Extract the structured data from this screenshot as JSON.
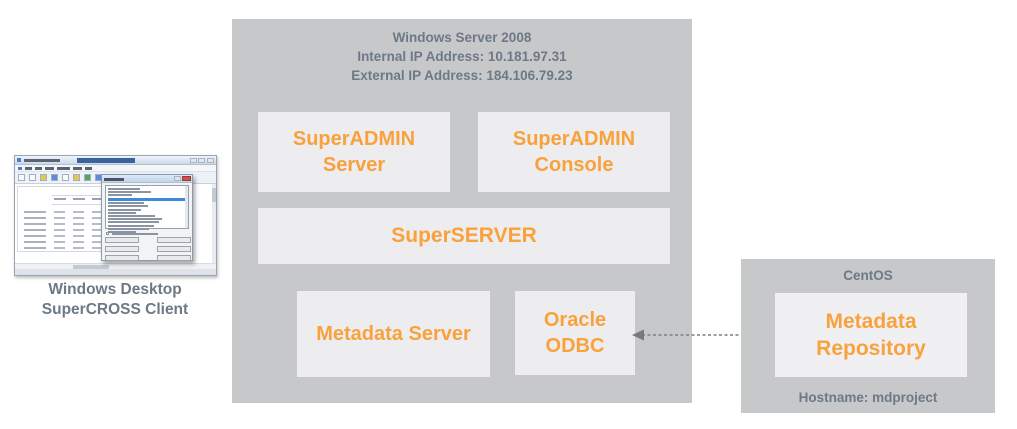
{
  "diagram": {
    "client": {
      "caption": [
        "Windows Desktop",
        "SuperCROSS Client"
      ]
    },
    "windows_server": {
      "title": "Windows Server 2008",
      "internal_ip": "Internal IP Address: 10.181.97.31",
      "external_ip": "External IP Address: 184.106.79.23",
      "superadmin_server": [
        "SuperADMIN",
        "Server"
      ],
      "superadmin_console": [
        "SuperADMIN",
        "Console"
      ],
      "superserver": "SuperSERVER",
      "metadata_server": "Metadata Server",
      "oracle_odbc": [
        "Oracle",
        "ODBC"
      ]
    },
    "centos": {
      "title": "CentOS",
      "metadata_repository": [
        "Metadata",
        "Repository"
      ],
      "hostname": "Hostname: mdproject"
    },
    "colors": {
      "accent_orange": "#f9a13c",
      "panel_gray": "#c7c8ca",
      "box_gray": "#ededef",
      "text_slate": "#6d7985"
    }
  }
}
